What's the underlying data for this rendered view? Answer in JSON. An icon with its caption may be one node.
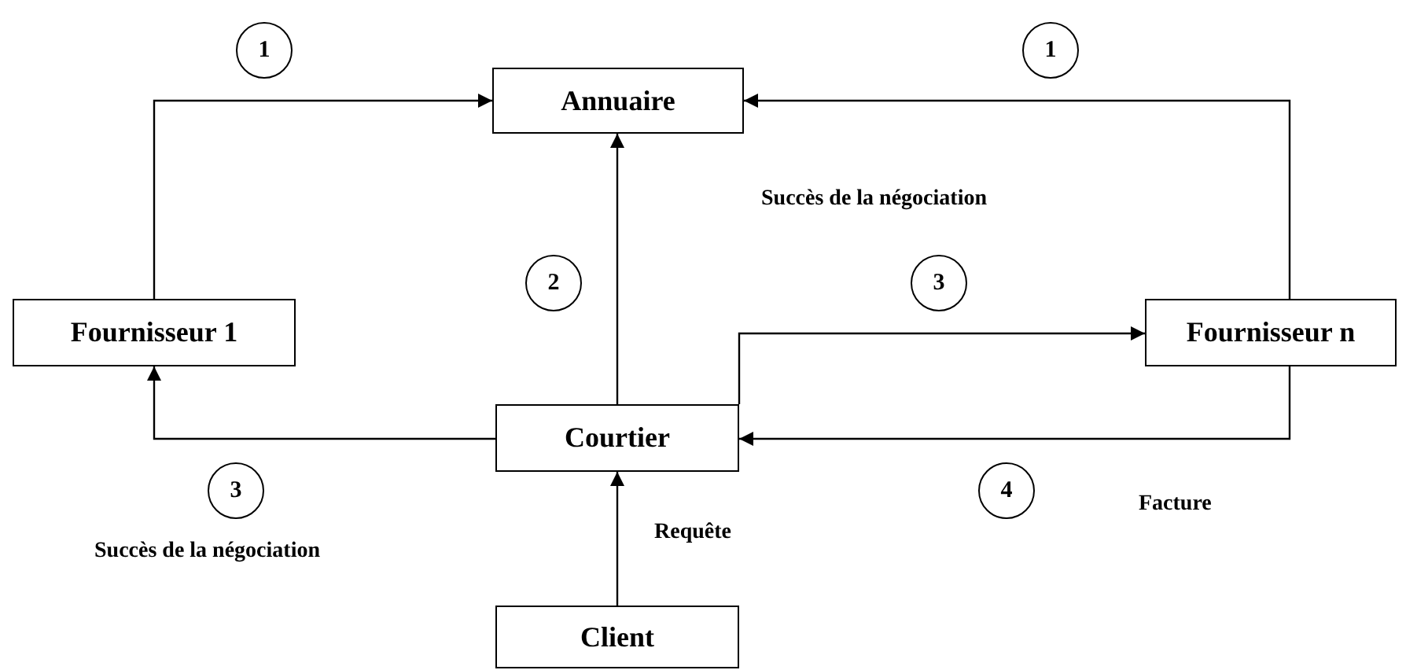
{
  "diagram": {
    "nodes": [
      {
        "text": [
          "Annuaire"
        ]
      },
      {
        "text": [
          "Fournisseur 1"
        ]
      },
      {
        "text": [
          "Courtier"
        ]
      },
      {
        "text": [
          "Fournisseur n"
        ]
      },
      {
        "text": [
          "Client"
        ]
      },
      {
        "text": [
          "1"
        ]
      },
      {
        "text": [
          "1"
        ]
      },
      {
        "text": [
          "2"
        ]
      },
      {
        "text": [
          "3"
        ]
      },
      {
        "text": [
          "3"
        ]
      },
      {
        "text": [
          "4"
        ]
      }
    ],
    "edges": [
      {
        "from": 1,
        "to": 0,
        "arrow": "to"
      },
      {
        "from": 3,
        "to": 0,
        "arrow": "to"
      },
      {
        "from": 2,
        "to": 0,
        "arrow": "to"
      },
      {
        "from": 2,
        "to": 1,
        "arrow": "to"
      },
      {
        "from": 2,
        "to": 3,
        "arrow": "to"
      },
      {
        "from": 3,
        "to": 2,
        "arrow": "to"
      },
      {
        "from": 4,
        "to": 2,
        "arrow": "to"
      }
    ],
    "labels": [
      "Succès de la négociation",
      "Succès de la négociation",
      "Requête",
      "Facture"
    ]
  }
}
